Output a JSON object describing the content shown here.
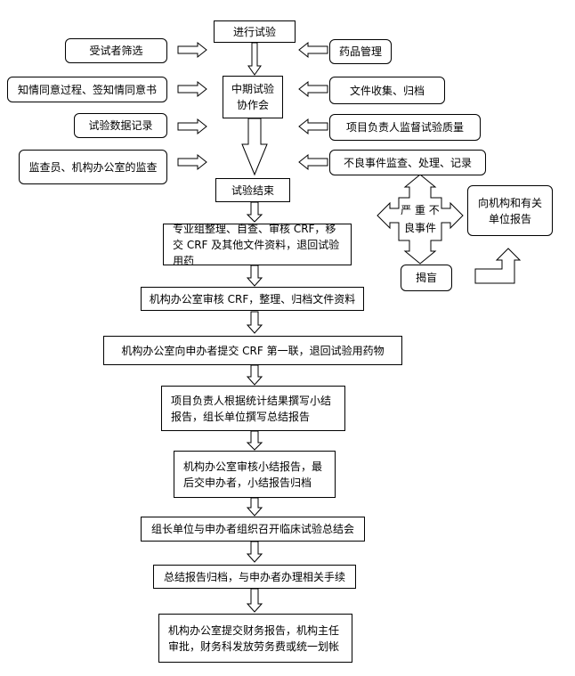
{
  "nodes": {
    "start": "进行试验",
    "mid_meeting": "中期试验协作会",
    "end": "试验结束",
    "screening": "受试者筛选",
    "consent": "知情同意过程、签知情同意书",
    "data_record": "试验数据记录",
    "monitor": "监查员、机构办公室的监查",
    "drug_mgmt": "药品管理",
    "doc_collect": "文件收集、归档",
    "pi_supervise": "项目负责人监督试验质量",
    "adverse": "不良事件监查、处理、记录",
    "serious": "严 重 不良事件",
    "report_inst": "向机构和有关单位报告",
    "unblind": "揭盲",
    "step1": "专业组整理、自查、审核 CRF，移交 CRF 及其他文件资料，退回试验用药",
    "step2": "机构办公室审核 CRF，整理、归档文件资料",
    "step3": "机构办公室向申办者提交 CRF 第一联，退回试验用药物",
    "step4": "项目负责人根据统计结果撰写小结报告，组长单位撰写总结报告",
    "step5": "机构办公室审核小结报告，最后交申办者，小结报告归档",
    "step6": "组长单位与申办者组织召开临床试验总结会",
    "step7": "总结报告归档，与申办者办理相关手续",
    "step8": "机构办公室提交财务报告，机构主任审批，财务科发放劳务费或统一划帐"
  }
}
